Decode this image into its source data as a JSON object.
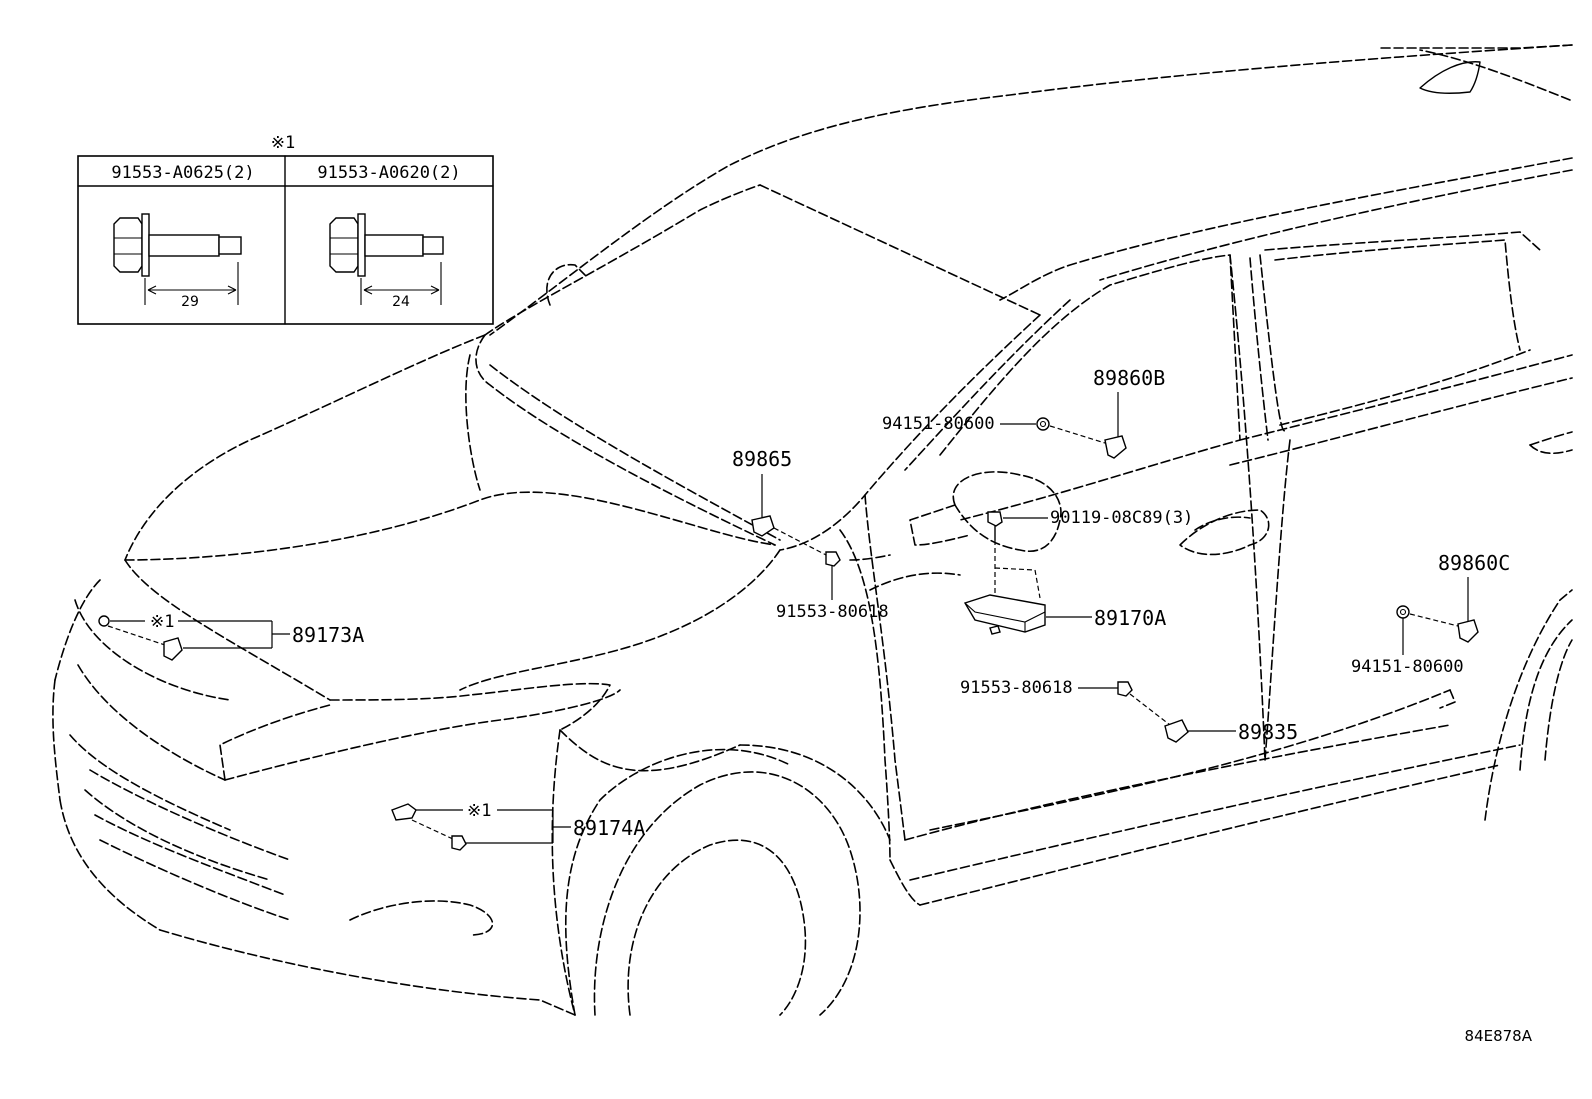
{
  "inset": {
    "note": "※1",
    "col1_part": "91553-A0625(2)",
    "col1_length": "29",
    "col2_part": "91553-A0620(2)",
    "col2_length": "24"
  },
  "callouts": {
    "p89860B": "89860B",
    "p94151_a": "94151-80600",
    "p89865": "89865",
    "p90119": "90119-08C89(3)",
    "p89860C": "89860C",
    "p94151_b": "94151-80600",
    "p91553_a": "91553-80618",
    "p89173A": "89173A",
    "note_a": "※1",
    "p89170A": "89170A",
    "p91553_b": "91553-80618",
    "p89835": "89835",
    "p89174A": "89174A",
    "note_b": "※1"
  },
  "diagram_code": "84E878A"
}
